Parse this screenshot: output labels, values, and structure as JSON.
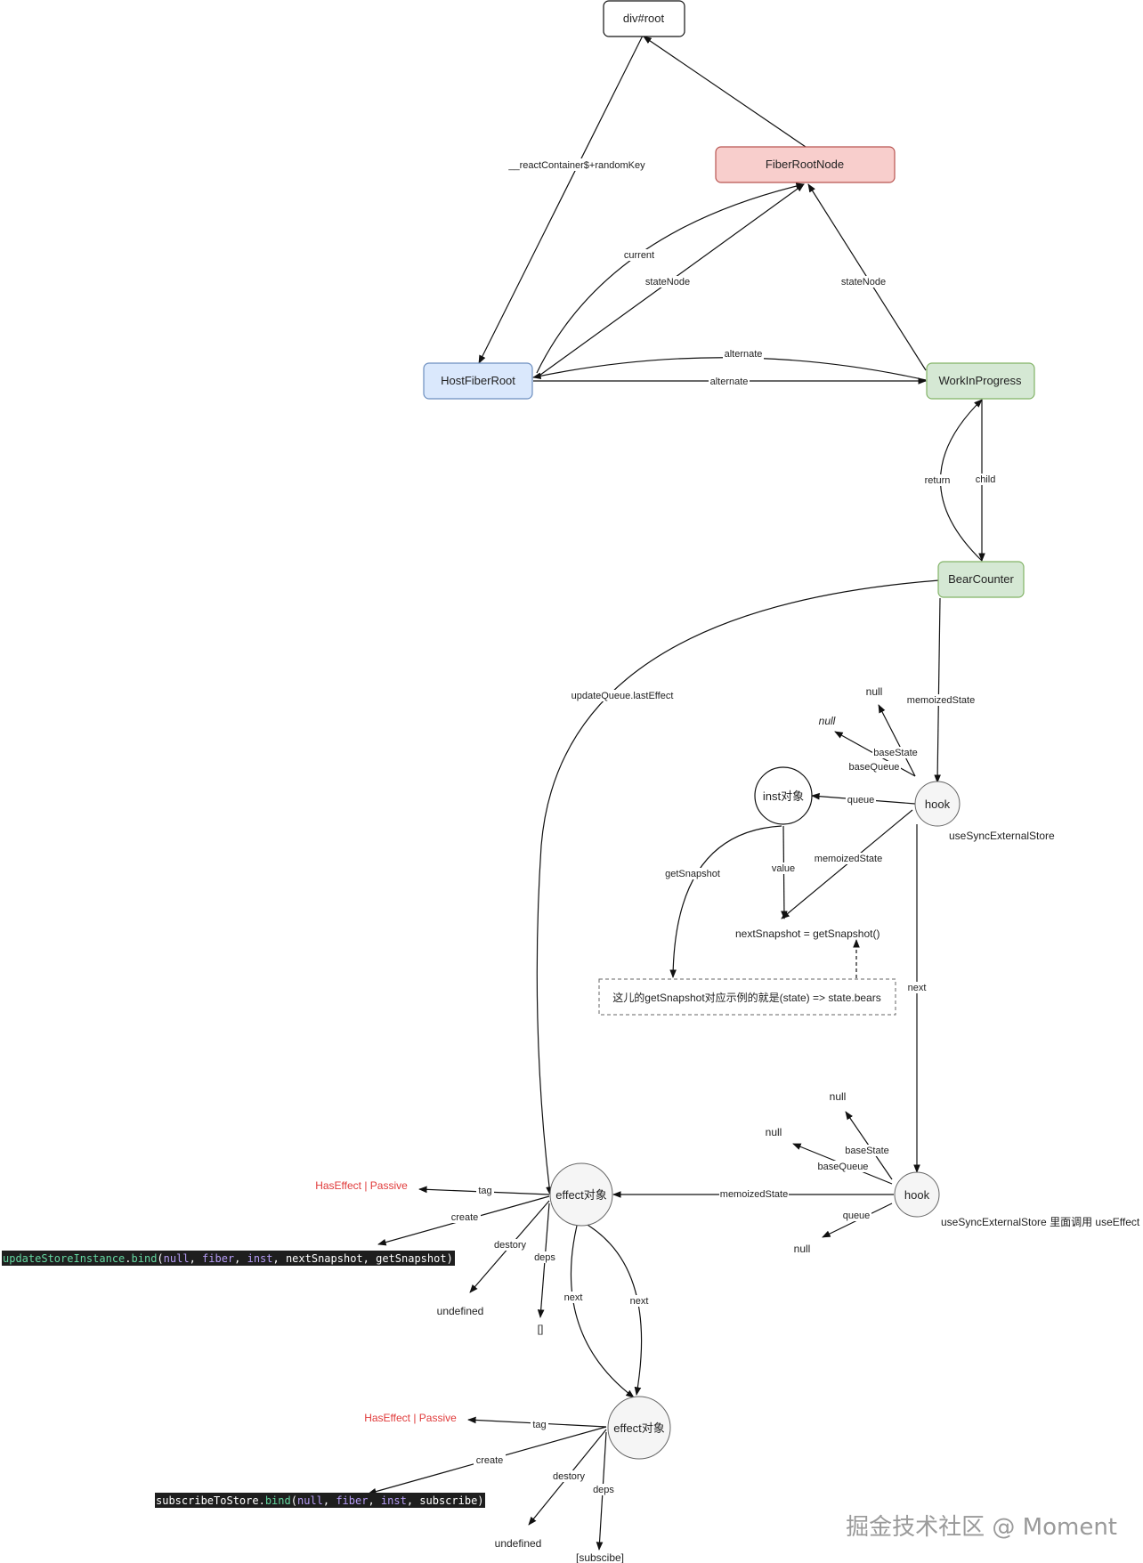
{
  "nodes": {
    "div_root": "div#root",
    "fiber_root_node": "FiberRootNode",
    "host_fiber_root": "HostFiberRoot",
    "work_in_progress": "WorkInProgress",
    "bear_counter": "BearCounter",
    "hook1": "hook",
    "inst": "inst对象",
    "hook2": "hook",
    "effect1": "effect对象",
    "effect2": "effect对象"
  },
  "edge_labels": {
    "react_container": "__reactContainer$+randomKey",
    "current": "current",
    "state_node_left": "stateNode",
    "state_node_right": "stateNode",
    "alternate_top": "alternate",
    "alternate_bottom": "alternate",
    "return": "return",
    "child": "child",
    "update_queue": "updateQueue.lastEffect",
    "memoized_state_1": "memoizedState",
    "base_state_1": "baseState",
    "base_queue_1": "baseQueue",
    "queue_1": "queue",
    "memoized_state_inner": "memoizedState",
    "get_snapshot": "getSnapshot",
    "value": "value",
    "next_hook": "next",
    "base_state_2": "baseState",
    "base_queue_2": "baseQueue",
    "queue_2": "queue",
    "memoized_state_2": "memoizedState",
    "tag_1": "tag",
    "create_1": "create",
    "destory_1": "destory",
    "deps_1": "deps",
    "next_a": "next",
    "next_b": "next",
    "tag_2": "tag",
    "create_2": "create",
    "destory_2": "destory",
    "deps_2": "deps"
  },
  "texts": {
    "null_1": "null",
    "null_1b": "null",
    "use_sync_1": "useSyncExternalStore",
    "next_snapshot": "nextSnapshot = getSnapshot()",
    "note": "这儿的getSnapshot对应示例的就是(state) => state.bears",
    "null_2": "null",
    "null_2b": "null",
    "null_2c": "null",
    "use_sync_2": "useSyncExternalStore 里面调用 useEffect",
    "has_effect_1": "HasEffect | Passive",
    "undefined_1": "undefined",
    "deps_value_1": "[]",
    "has_effect_2": "HasEffect | Passive",
    "undefined_2": "undefined",
    "deps_value_2": "[subscibe]",
    "watermark": "掘金技术社区 @ Moment"
  },
  "code_1": {
    "fn": "updateStoreInstance",
    "dot": ".",
    "bind": "bind",
    "open": "(",
    "a1": "null",
    "c1": ", ",
    "a2": "fiber",
    "c2": ", ",
    "a3": "inst",
    "c3": ", ",
    "a4": "nextSnapshot",
    "c4": ", ",
    "a5": "getSnapshot",
    "close": ")"
  },
  "code_2": {
    "fn": "subscribeToStore",
    "dot": ".",
    "bind": "bind",
    "open": "(",
    "a1": "null",
    "c1": ", ",
    "a2": "fiber",
    "c2": ", ",
    "a3": "inst",
    "c3": ", ",
    "a4": "subscribe",
    "close": ")"
  },
  "colors": {
    "fiber_root_fill": "#f8cecc",
    "fiber_root_stroke": "#b85450",
    "host_fill": "#dae8fc",
    "host_stroke": "#6c8ebf",
    "green_fill": "#d5e8d4",
    "green_stroke": "#82b366",
    "circle_fill": "#f5f5f5",
    "red_text": "#e03a3a"
  }
}
